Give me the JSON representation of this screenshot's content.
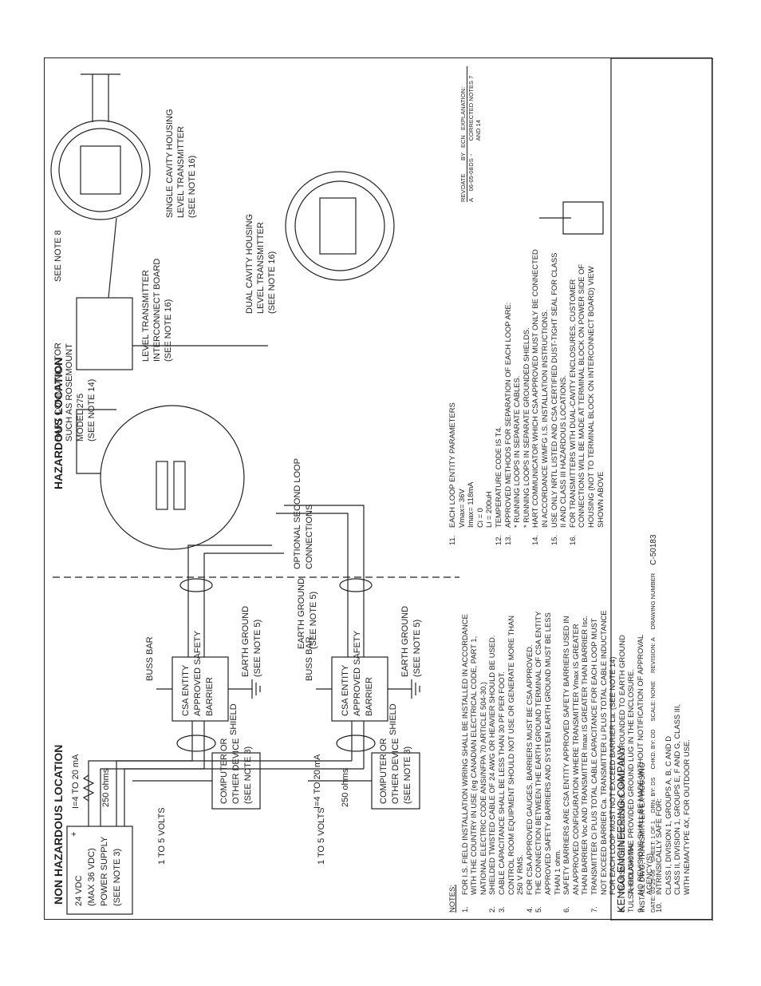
{
  "zones": {
    "non_hazardous": "NON HAZARDOUS LOCATION",
    "hazardous": "HAZARDOUS LOCATION"
  },
  "power_supply": [
    "24 VDC",
    "(MAX 36 VDC)",
    "POWER SUPPLY",
    "(SEE NOTE 3)"
  ],
  "plus_sign": "+",
  "loop_current": "I=4 TO 20 mA",
  "resistor": "250 ohms",
  "volts": "1 TO 5 VOLTS",
  "computer": [
    "COMPUTER OR",
    "OTHER DEVICE",
    "(SEE NOTE 3)"
  ],
  "barrier": [
    "CSA ENTITY",
    "APPROVED SAFETY",
    "BARRIER"
  ],
  "shield": "SHIELD",
  "earth_ground": [
    "EARTH GROUND",
    "(SEE NOTE 5)"
  ],
  "buss_bar": "BUSS BAR",
  "optional_loop": [
    "OPTIONAL SECOND LOOP",
    "CONNECTIONS"
  ],
  "hart": [
    "HART COMMUNICATOR",
    "SUCH AS ROSEMOUNT",
    "MODEL 275",
    "(SEE NOTE 14)"
  ],
  "interconnect": [
    "LEVEL TRANSMITTER",
    "INTERCONNECT BOARD",
    "(SEE NOTE 16)"
  ],
  "see_note_8": "SEE NOTE 8",
  "single_cavity": [
    "SINGLE CAVITY HOUSING",
    "LEVEL TRANSMITTER",
    "(SEE NOTE 16)"
  ],
  "dual_cavity": [
    "DUAL CAVITY HOUSING",
    "LEVEL TRANSMITTER",
    "(SEE NOTE 16)"
  ],
  "notes_title": "NOTES:",
  "notes_left": [
    {
      "n": "1.",
      "t": "FOR I.S. FIELD INSTALLATION WIRING SHALL BE INSTALLED IN ACCORDANCE\nWITH THE COUNTRY IN USE (eg CANADIAN ELECTRICAL CODE, PART 1,\nNATIONAL ELECTRIC CODE ANSI/NFPA 70 ARTICLE 504-30.)"
    },
    {
      "n": "2.",
      "t": "SHIELDED TWISTED CABLE OF 24 AWG OR HEAVIER SHOULD BE USED."
    },
    {
      "n": "3.",
      "t": "CABLE CAPACITANCE SHALL BE LESS THAN 30 PF PER FOOT.\nCONTROL ROOM EQUIPMENT SHOULD NOT USE OR GENERATE MORE THAN\n250 V RMS."
    },
    {
      "n": "4.",
      "t": "FOR CSA APPROVED GAUGES, BARRIERS MUST BE CSA APPROVED."
    },
    {
      "n": "5.",
      "t": "THE CONNECTION BETWEEN THE EARTH GROUND TERMINAL OF CSA ENTITY\nAPPROVED SAFETY BARRIERS AND SYSTEM EARTH GROUND MUST BE LESS\nTHAN 1 ohm."
    },
    {
      "n": "6.",
      "t": "SAFETY BARRIERS ARE CSA ENTITY APPROVED SAFETY BARRIERS USED IN\nAN APPROVED CONFIGURATION WHERE TRANSMITTER Vmax IS GREATER\nTHAN BARRIER Voc AND TRANSMITTER Imax IS GREATER THAN BARRIER Isc."
    },
    {
      "n": "7.",
      "t": "TRANSMITTER Ci PLUS TOTAL CABLE CAPACITANCE FOR EACH LOOP MUST\nNOT EXCEED BARRIER Ca. TRANSMITTER Li PLUS TOTAL CABLE INDUCTANCE\nFOR EACH LOOP MUST NOT EXCEED BARRIER La. (SEE NOTE 14)"
    },
    {
      "n": "8.",
      "t": "TRANSMITTER ENCLOSURE SHALL BE GROUNDED TO EARTH GROUND\nTHROUGH THE PROVIDED GROUND LUG IN THE ENCLOSURE."
    },
    {
      "n": "9.",
      "t": "NO REVISIONS SHALL BE MADE WITHOUT NOTIFICATION OF APPROVAL\nAGENCY(S)."
    },
    {
      "n": "10.",
      "t": "INTRINSICALLY SAFE FOR:\nCLASS I, DIVISION 1, GROUPS A, B, C AND D\nCLASS II, DIVISION 1, GROUPS E, F AND G, CLASS III,\nWITH NEMA/TYPE 4X, FOR OUTDOOR USE."
    }
  ],
  "notes_right": [
    {
      "n": "11.",
      "t": "EACH LOOP ENTITY PARAMETERS\nVmax= 36V\nImax= 118mA\nCi = 0\nLi = 200uH"
    },
    {
      "n": "12.",
      "t": "TEMPERATURE CODE IS T4."
    },
    {
      "n": "13.",
      "t": "APPROVED METHODS FOR SEPARATION OF EACH LOOP ARE:\n* RUNNING LOOPS IN SEPARATE CABLES.\n* RUNNING LOOPS IN SEPARATE GROUNDED SHIELDS."
    },
    {
      "n": "14.",
      "t": "HART COMMUNICATOR WHICH CSA APPROVED MUST ONLY BE CONNECTED\nIN ACCORDANCE W/MFG I.S. INSTALLATION INSTRUCTIONS."
    },
    {
      "n": "15.",
      "t": "USE ONLY NRTL LISTED AND CSA CERTIFIED DUST-TIGHT SEAL FOR CLASS\nII AND CLASS III HAZARDOUS LOCATIONS."
    },
    {
      "n": "16.",
      "t": "FOR TRANSMITTERS WITH DUAL-CAVITY ENCLOSURES, CUSTOMER\nCONNECTIONS WILL BE MADE AT TERMINAL BLOCK ON POWER SIDE OF\nHOUSING (NOT TO TERMINAL BLOCK ON INTERCONNECT BOARD) VIEW\nSHOWN ABOVE"
    }
  ],
  "revision_table": {
    "headers": [
      "REV",
      "DATE",
      "BY",
      "ECN",
      "EXPLANATION:"
    ],
    "row": [
      "A",
      "06-05-08",
      "DS",
      "-",
      "CORRECTED NOTES 7 AND 14"
    ]
  },
  "title_block": {
    "company": "KENCO ENGINEERING COMPANY",
    "city": "TULSA, OKLAHOMA",
    "title": "INSTALL DWG, TRANSMITTER EX HOUSING",
    "date": "DATE: 03-29-06",
    "sheet": "SHEET: 1 OF 1",
    "drn": "DRN. BY: DS",
    "chkd": "CHKD. BY: DD",
    "scale": "SCALE: NONE",
    "revision": "REVISION: A",
    "drawing_number_label": "DRAWING NUMBER",
    "drawing_number": "C-50183"
  }
}
